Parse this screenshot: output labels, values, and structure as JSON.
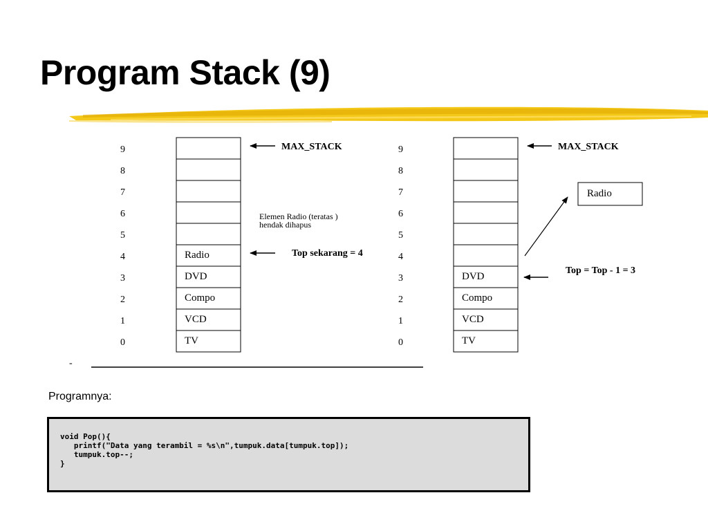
{
  "slide": {
    "title": "Program Stack (9)",
    "section_label": "Programnya:"
  },
  "colors": {
    "brush": "#f2c200",
    "code_background": "#dcdcdc"
  },
  "stack_left": {
    "indices": [
      "0",
      "1",
      "2",
      "3",
      "4",
      "5",
      "6",
      "7",
      "8",
      "9"
    ],
    "cells": [
      "TV",
      "VCD",
      "Compo",
      "DVD",
      "Radio",
      "",
      "",
      "",
      "",
      ""
    ],
    "labels": {
      "max": "MAX_STACK",
      "top": "Top sekarang = 4",
      "note_line1": "Elemen Radio (teratas )",
      "note_line2": "hendak dihapus"
    }
  },
  "stack_right": {
    "indices": [
      "0",
      "1",
      "2",
      "3",
      "4",
      "5",
      "6",
      "7",
      "8",
      "9"
    ],
    "cells": [
      "TV",
      "VCD",
      "Compo",
      "DVD",
      "",
      "",
      "",
      "",
      "",
      ""
    ],
    "labels": {
      "max": "MAX_STACK",
      "top": "Top = Top - 1 = 3",
      "popped": "Radio"
    }
  },
  "baseline_mark": "-",
  "code": {
    "lines": [
      "void Pop(){",
      "   printf(\"Data yang terambil = %s\\n\",tumpuk.data[tumpuk.top]);",
      "   tumpuk.top--;",
      "}"
    ]
  }
}
